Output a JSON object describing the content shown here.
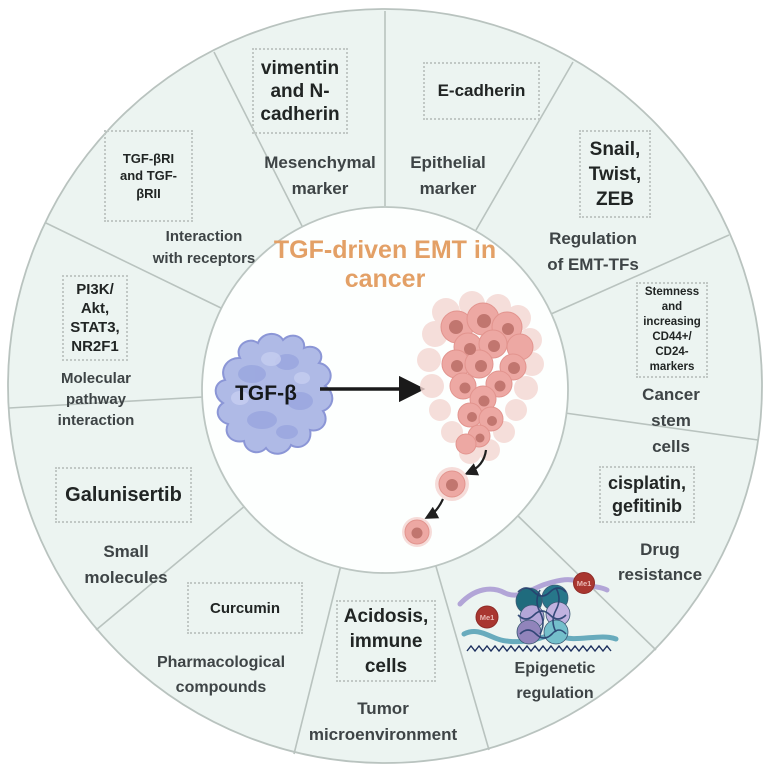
{
  "figure": {
    "title": "TGF-driven EMT in\ncancer",
    "center_label": "TGF-β",
    "methyl_label": "Me1"
  },
  "wedges": [
    {
      "name": "mesenchymal-marker",
      "box": "vimentin\nand N-\ncadherin",
      "label": "Mesenchymal\nmarker"
    },
    {
      "name": "epithelial-marker",
      "box": "E-cadherin",
      "label": "Epithelial\nmarker"
    },
    {
      "name": "emt-tf-regulation",
      "box": "Snail,\nTwist,\nZEB",
      "label": "Regulation\nof EMT-TFs"
    },
    {
      "name": "cancer-stem-cells",
      "box": "Stemness\nand\nincreasing\nCD44+/\nCD24-\nmarkers",
      "label": "Cancer stem\ncells"
    },
    {
      "name": "drug-resistance",
      "box": "cisplatin,\ngefitinib",
      "label": "Drug\nresistance"
    },
    {
      "name": "epigenetic-regulation",
      "label": "Epigenetic\nregulation"
    },
    {
      "name": "tumor-microenvironment",
      "box": "Acidosis,\nimmune\ncells",
      "label": "Tumor\nmicroenvironment"
    },
    {
      "name": "pharmacological-compounds",
      "box": "Curcumin",
      "label": "Pharmacological\ncompounds"
    },
    {
      "name": "small-molecules",
      "box": "Galunisertib",
      "label": "Small\nmolecules"
    },
    {
      "name": "molecular-pathway-interaction",
      "box": "PI3K/\nAkt,\nSTAT3,\nNR2F1",
      "label": "Molecular\npathway\ninteraction"
    },
    {
      "name": "receptor-interaction",
      "box": "TGF-βRI\nand TGF-\nβRII",
      "label": "Interaction\nwith receptors"
    }
  ],
  "colors": {
    "ring_fill": "#ecf4f1",
    "ring_stroke": "#b9c3bf",
    "center_fill": "#fdfffe",
    "title": "#e3a066",
    "tgf_blob": "#afbae6",
    "tumor_cell": "#eda8a3",
    "tumor_nucleus": "#c1766f",
    "methyl_badge": "#a93630",
    "strand_purple": "#b2a5d7",
    "strand_teal": "#68abbd"
  }
}
